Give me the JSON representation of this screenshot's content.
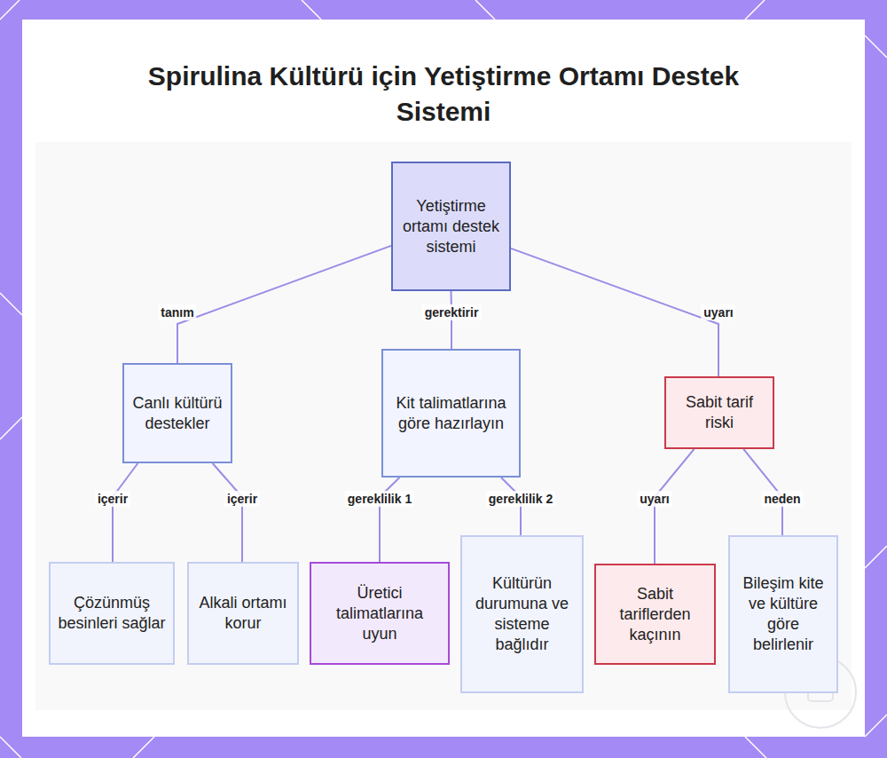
{
  "diagram": {
    "title": "Spirulina Kültürü için Yetiştirme Ortamı Destek Sistemi",
    "nodes": [
      {
        "text": [
          "Yetiştirme ortamı destek sistemi"
        ]
      },
      {
        "text": [
          "Canlı kültürü destekler"
        ]
      },
      {
        "text": [
          "Kit talimatlarına göre hazırlayın"
        ]
      },
      {
        "text": [
          "Sabit tarif riski"
        ]
      },
      {
        "text": [
          "Çözünmüş besinleri sağlar"
        ]
      },
      {
        "text": [
          "Alkali ortamı korur"
        ]
      },
      {
        "text": [
          "Üretici talimatlarına uyun"
        ]
      },
      {
        "text": [
          "Kültürün durumuna ve sisteme bağlıdır"
        ]
      },
      {
        "text": [
          "Sabit tariflerden kaçının"
        ]
      },
      {
        "text": [
          "Bileşim kite ve kültüre göre belirlenir"
        ]
      }
    ],
    "edges": [
      {
        "from": 0,
        "to": 1,
        "label": "tanım",
        "arrow": "none"
      },
      {
        "from": 0,
        "to": 2,
        "label": "gerektirir",
        "arrow": "none"
      },
      {
        "from": 0,
        "to": 3,
        "label": "uyarı",
        "arrow": "none"
      },
      {
        "from": 1,
        "to": 4,
        "label": "içerir",
        "arrow": "none"
      },
      {
        "from": 1,
        "to": 5,
        "label": "içerir",
        "arrow": "none"
      },
      {
        "from": 2,
        "to": 6,
        "label": "gereklilik 1",
        "arrow": "none"
      },
      {
        "from": 2,
        "to": 7,
        "label": "gereklilik 2",
        "arrow": "none"
      },
      {
        "from": 3,
        "to": 8,
        "label": "uyarı",
        "arrow": "none"
      },
      {
        "from": 3,
        "to": 9,
        "label": "neden",
        "arrow": "none"
      }
    ]
  }
}
